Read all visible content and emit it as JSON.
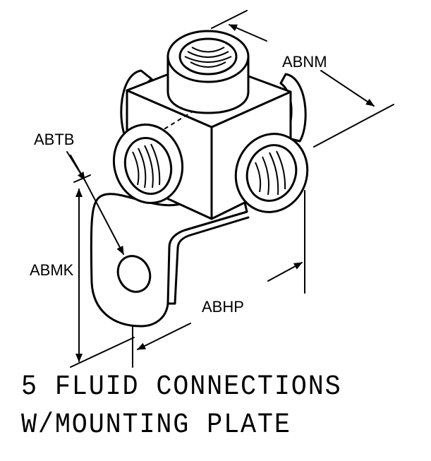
{
  "labels": {
    "abnm": "ABNM",
    "abtb": "ABTB",
    "abmk": "ABMK",
    "abhp": "ABHP"
  },
  "caption": {
    "line1": "5 FLUID CONNECTIONS",
    "line2": "W/MOUNTING PLATE"
  }
}
